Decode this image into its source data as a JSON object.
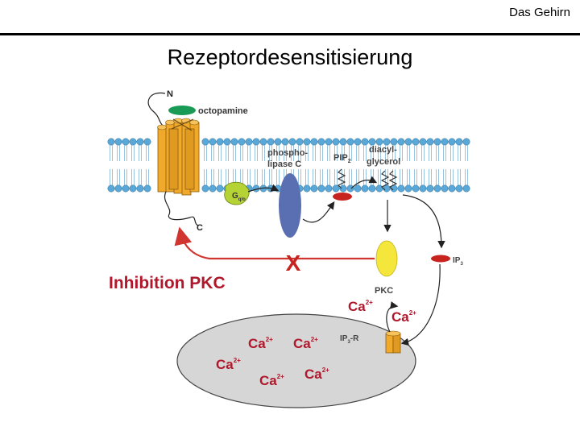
{
  "header": {
    "text": "Das Gehirn"
  },
  "slide": {
    "title": "Rezeptordesensitisierung"
  },
  "diagram": {
    "n_terminus": "N",
    "c_terminus": "C",
    "octopamine": "octopamine",
    "phospholipase_line1": "phospho-",
    "phospholipase_line2": "lipase C",
    "pip": "PIP",
    "pip_sub": "2",
    "dag_line1": "diacyl-",
    "dag_line2": "glycerol",
    "g_protein": "G",
    "g_protein_sub": "q/o",
    "ip3": "IP",
    "ip3_sub": "3",
    "pkc": "PKC",
    "ip3r": "IP",
    "ip3r_sub": "3",
    "ip3r_suffix": "-R",
    "inhibit_mark": "X",
    "calcium": "Ca",
    "calcium_sup": "2+",
    "inhibition_label": "Inhibition PKC"
  },
  "colors": {
    "receptor": "#f0a92a",
    "octopamine": "#1a9b55",
    "membrane_head": "#5aa8d8",
    "phospholipase": "#5a6fb2",
    "red_signal": "#c7241f",
    "g_protein": "#b5d334",
    "pkc": "#f4e63a",
    "er": "#d6d6d6",
    "calcium_text": "#b0172b",
    "arrow_red": "#d0352f"
  }
}
